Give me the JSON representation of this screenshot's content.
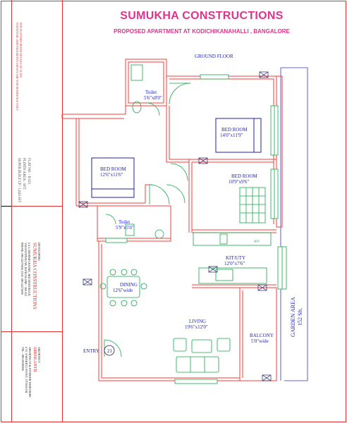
{
  "header": {
    "title": "SUMUKHA CONSTRUCTIONS",
    "subtitle": "PROPOSED APARTMENT AT KODICHIKANAHALLI , BANGALORE"
  },
  "side_panel": {
    "note": [
      "FOR FEATURES REFER DETAILS OF FLATS",
      "FURNITURE ARRANGEMENTS SHOWN ARE FOR REFERENCE ONLY"
    ],
    "flat_info": [
      "FLAT NO.  :  B 021",
      "PLINTH AREA  :  SFT.",
      "SUPER BUILT UP  :  1,620 SFT"
    ],
    "developers_label": "DEVELOPERS",
    "developer_name": "SUMUKHA CONSTRUCTIONS",
    "developer_address": [
      "# 4, LAKSHMI CENTRE, 3RD MAIN ROAD,",
      "VASANTHNAGAR, BANGALORE - 560 052",
      "PHONE: 080-22270000, FAX: 080-22270000"
    ],
    "architect_label": "ARCHITECT",
    "architect_name": "SREEKANTH",
    "architect_address": [
      "ARCHITECTS & INTERIOR DESIGNERS",
      "# 55, SARAKKI LAYOUT, J.P.NAGAR,",
      "TEL.: 080-26580000"
    ]
  },
  "plan": {
    "floor_label": "GROUND FLOOR",
    "rooms": [
      {
        "name": "Toilet",
        "size": "5'6\"x8'0\""
      },
      {
        "name": "BED ROOM",
        "size": "14'0\"x11'9\""
      },
      {
        "name": "BED ROOM",
        "size": "12'6\"x11'6\""
      },
      {
        "name": "BED ROOM",
        "size": "10'9\"x9'6\""
      },
      {
        "name": "Toilet",
        "size": "5'9\"x5'6\""
      },
      {
        "name": "KIT/UTY",
        "size": "12'0\"x7'6\""
      },
      {
        "name": "DINING",
        "size": "12'6\"wide"
      },
      {
        "name": "LIVING",
        "size": "19'6\"x12'0\""
      },
      {
        "name": "BALCONY",
        "size": "5'0\"wide"
      }
    ],
    "garden": [
      "GARDEN AREA",
      "152 Sft."
    ],
    "entry_label": "ENTRY",
    "entry_number": "21",
    "wc_label": "WV"
  },
  "colors": {
    "title": "#e0338c",
    "wall": "#ff3b3b",
    "text": "#1a1ad0",
    "furniture": "#13a84a",
    "dimension": "#3030e0",
    "beds": "#2020a0"
  }
}
